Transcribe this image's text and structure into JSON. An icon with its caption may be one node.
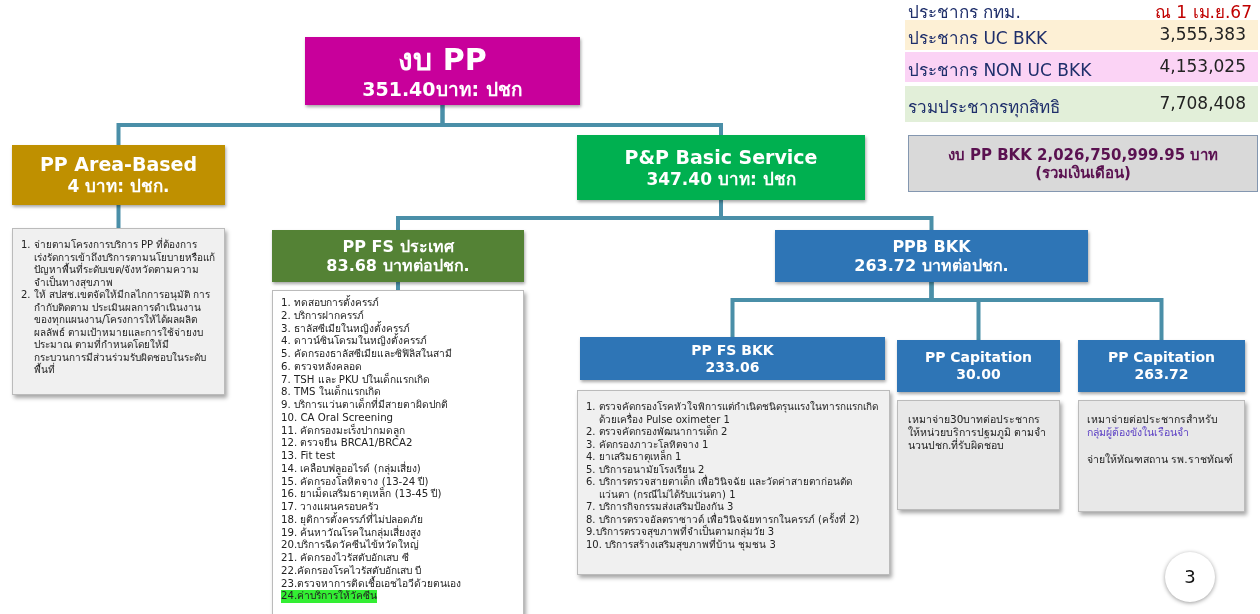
{
  "diagram": {
    "nodes": [
      {
        "text": [
          "งบ PP",
          "351.40บาท: ปชก"
        ]
      },
      {
        "text": [
          "PP Area-Based",
          "4 บาท: ปชก."
        ]
      },
      {
        "text": [
          "1. จ่ายตามโครงการบริการ PP ที่ต้องการเร่งรัดการเข้าถึงบริการตามนโยบายหรือแก้ปัญหาพื้นที่ระดับเขต/จังหวัดตามความจำเป็นทางสุขภาพ",
          "2. ให้ สปสช.เขตจัดให้มีกลไกการอนุมัติ การกำกับติดตาม ประเมินผลการดำเนินงานของทุกแผนงาน/โครงการให้ได้ผลผลิต ผลลัพธ์ ตามเป้าหมายและการใช้จ่ายงบประมาณ ตามที่กำหนดโดยให้มีกระบวนการมีส่วนร่วมรับผิดชอบในระดับพื้นที่"
        ]
      },
      {
        "text": [
          "P&P  Basic Service",
          "347.40 บาท: ปชก"
        ]
      },
      {
        "text": [
          "PP FS ประเทศ",
          "83.68 บาทต่อปชก."
        ]
      },
      {
        "text": [
          "1. ทดสอบการตั้งครรภ์",
          "2. บริการฝากครรภ์",
          "3. ธาลัสซีเมียในหญิงตั้งครรภ์",
          "4. ดาวน์ซินโดรมในหญิงตั้งครรภ์",
          "5. คัดกรองธาลัสซีเมียและซิฟิลิสในสามี",
          "6. ตรวจหลังคลอด",
          "7. TSH และ PKU ปในเด็กแรกเกิด",
          "8. TMS ในเด็กแรกเกิด",
          "9. บริการแว่นตาเด็กที่มีสายตาผิดปกติ",
          "10. CA Oral Screening",
          "11. คัดกรองมะเร็งปากมดลูก",
          "12. ตรวจยีน BRCA1/BRCA2",
          "13. Fit test",
          "14. เคลือบฟลูออไรด์ (กลุ่มเสี่ยง)",
          "15. คัดกรองโลหิตจาง (13-24 ปี)",
          "16. ยาเม็ดเสริมธาตุเหล็ก (13-45 ปี)",
          "17. วางแผนครอบครัว",
          "18. ยุติการตั้งครรภ์ที่ไม่ปลอดภัย",
          "19. ค้นหาวัณโรคในกลุ่มเสี่ยงสูง",
          "20.บริการฉีดวัคซีนไข้หวัดใหญ่",
          "21. คัดกรองไวรัสตับอักเสบ ซี",
          "22.คัดกรองโรคไวรัสตับอักเสบ บี",
          "23.ตรวจหาการติดเชื้อเอชไอวีด้วยตนเอง",
          "24.ค่าบริการให้วัคซีน"
        ]
      },
      {
        "text": [
          "PPB BKK",
          "263.72 บาทต่อปชก."
        ]
      },
      {
        "text": [
          "PP FS BKK",
          "233.06"
        ]
      },
      {
        "text": [
          "1. ตรวจคัดกรองโรคหัวใจพิการแต่กำเนิดชนิดรุนแรงในทารกแรกเกิดด้วยเครื่อง Pulse oximeter 1",
          "2. ตรวจคัดกรองพัฒนาการเด็ก  2",
          "3. คัดกรองภาวะโลหิตจาง 1",
          "4. ยาเสริมธาตุเหล็ก 1",
          "5. บริการอนามัยโรงเรียน 2",
          "6. บริการตรวจสายตาเด็ก เพื่อวินิจฉัย และวัดค่าสายตาก่อนตัดแว่นตา (กรณีไม่ได้รับแว่นตา) 1",
          "7. บริการกิจกรรมส่งเสริมป้องกัน 3",
          "8. บริการตรวจอัลตราซาวด์ เพื่อวินิจฉัยทารกในครรภ์ (ครั้งที่ 2)",
          "9.บริการตรวจสุขภาพที่จำเป็นตามกลุ่มวัย 3",
          "10. บริการสร้างเสริมสุขภาพที่บ้าน ชุมชน 3"
        ]
      },
      {
        "text": [
          "PP Capitation",
          "30.00"
        ]
      },
      {
        "text": [
          "เหมาจ่าย30บาทต่อประชากรให้หน่วยบริการปฐมภูมิ ตามจำนวนปชก.ที่รับผิดชอบ"
        ]
      },
      {
        "text": [
          "PP Capitation",
          "263.72"
        ]
      },
      {
        "text": [
          "เหมาจ่ายต่อประชากรสำหรับ",
          "กลุ่มผู้ต้องขังในเรือนจำ",
          "จ่ายให้ทัณฑสถาน รพ.ราชทัณฑ์"
        ]
      },
      {
        "text": [
          "งบ PP BKK  2,026,750,999.95 บาท",
          "(รวมเงินเดือน)"
        ]
      },
      {
        "text": [
          "3"
        ]
      }
    ],
    "edges": [
      {
        "from": 0,
        "to": 1,
        "arrow": "none"
      },
      {
        "from": 0,
        "to": 3,
        "arrow": "none"
      },
      {
        "from": 1,
        "to": 2,
        "arrow": "none"
      },
      {
        "from": 3,
        "to": 4,
        "arrow": "none"
      },
      {
        "from": 3,
        "to": 6,
        "arrow": "none"
      },
      {
        "from": 4,
        "to": 5,
        "arrow": "none"
      },
      {
        "from": 6,
        "to": 7,
        "arrow": "none"
      },
      {
        "from": 6,
        "to": 9,
        "arrow": "none"
      },
      {
        "from": 6,
        "to": 11,
        "arrow": "none"
      }
    ],
    "labels": [
      "ประชากร กทม.",
      "ณ 1 เม.ย.67",
      "ประชากร UC BKK",
      "3,555,383",
      "ประชากร NON UC BKK",
      "4,153,025",
      "รวมประชากรทุกสิทธิ",
      "7,708,408"
    ]
  }
}
